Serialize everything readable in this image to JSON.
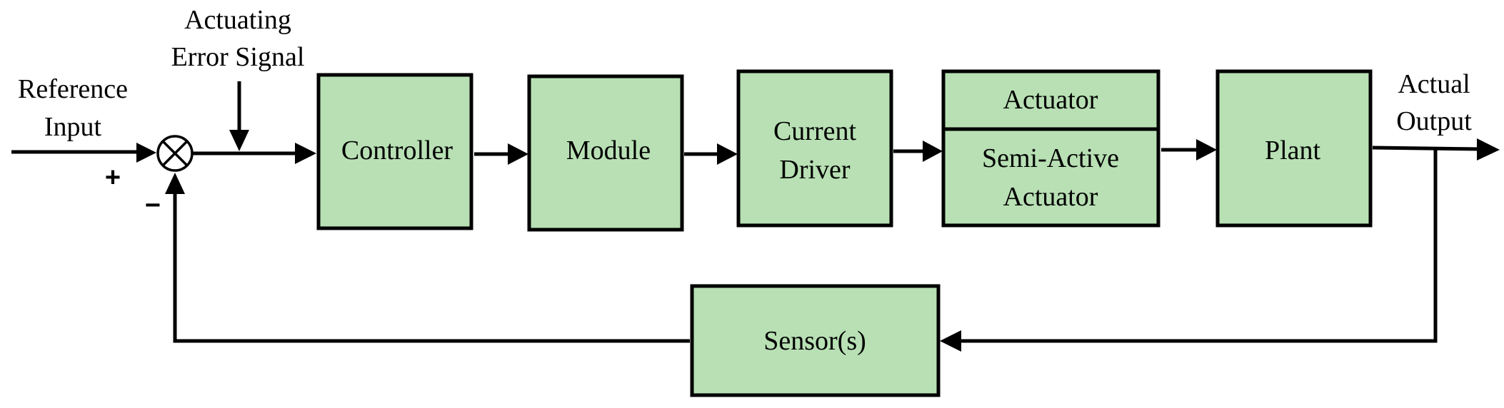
{
  "labels": {
    "reference_input_line1": "Reference",
    "reference_input_line2": "Input",
    "error_signal_line1": "Actuating",
    "error_signal_line2": "Error Signal",
    "actual_output_line1": "Actual",
    "actual_output_line2": "Output",
    "plus_sign": "+",
    "minus_sign": "−"
  },
  "blocks": {
    "controller": "Controller",
    "module": "Module",
    "current_driver_line1": "Current",
    "current_driver_line2": "Driver",
    "actuator_top": "Actuator",
    "semi_active_line1": "Semi-Active",
    "semi_active_line2": "Actuator",
    "plant": "Plant",
    "sensors": "Sensor(s)"
  }
}
